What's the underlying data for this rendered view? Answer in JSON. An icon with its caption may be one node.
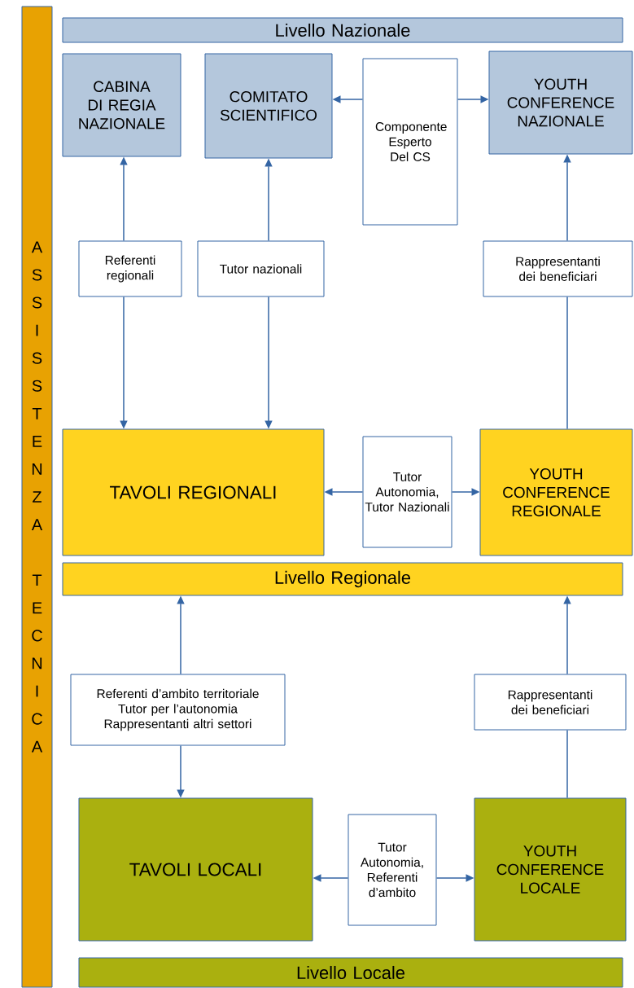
{
  "diagram": {
    "nodes": [
      {
        "text": [
          "ASSISSTENZA TECNICA"
        ]
      },
      {
        "text": [
          "Livello Nazionale"
        ]
      },
      {
        "text": [
          "CABINA DI REGIA NAZIONALE"
        ]
      },
      {
        "text": [
          "COMITATO SCIENTIFICO"
        ]
      },
      {
        "text": [
          "Componente Esperto Del CS"
        ]
      },
      {
        "text": [
          "YOUTH CONFERENCE NAZIONALE"
        ]
      },
      {
        "text": [
          "Referenti regionali"
        ]
      },
      {
        "text": [
          "Tutor nazionali"
        ]
      },
      {
        "text": [
          "Rappresentanti dei beneficiari"
        ]
      },
      {
        "text": [
          "TAVOLI REGIONALI"
        ]
      },
      {
        "text": [
          "Tutor Autonomia, Tutor Nazionali"
        ]
      },
      {
        "text": [
          "YOUTH CONFERENCE REGIONALE"
        ]
      },
      {
        "text": [
          "Livello Regionale"
        ]
      },
      {
        "text": [
          "Referenti d’ambito territoriale Tutor per l’autonomia Rappresentanti altri settori"
        ]
      },
      {
        "text": [
          "Rappresentanti dei beneficiari"
        ]
      },
      {
        "text": [
          "TAVOLI LOCALI"
        ]
      },
      {
        "text": [
          "Tutor Autonomia, Referenti d’ambito"
        ]
      },
      {
        "text": [
          "YOUTH CONFERENCE LOCALE"
        ]
      },
      {
        "text": [
          "Livello Locale"
        ]
      }
    ],
    "edges": [
      {
        "from": 4,
        "to": 3,
        "arrow": "to"
      },
      {
        "from": 4,
        "to": 5,
        "arrow": "to"
      },
      {
        "from": 6,
        "to": 2,
        "arrow": "to"
      },
      {
        "from": 6,
        "to": 9,
        "arrow": "to"
      },
      {
        "from": 7,
        "to": 3,
        "arrow": "to"
      },
      {
        "from": 7,
        "to": 9,
        "arrow": "to"
      },
      {
        "from": 11,
        "to": 8,
        "arrow": "none"
      },
      {
        "from": 8,
        "to": 5,
        "arrow": "to"
      },
      {
        "from": 10,
        "to": 9,
        "arrow": "to"
      },
      {
        "from": 10,
        "to": 11,
        "arrow": "to"
      },
      {
        "from": 13,
        "to": 12,
        "arrow": "to"
      },
      {
        "from": 13,
        "to": 15,
        "arrow": "to"
      },
      {
        "from": 17,
        "to": 14,
        "arrow": "none"
      },
      {
        "from": 14,
        "to": 12,
        "arrow": "to"
      },
      {
        "from": 16,
        "to": 15,
        "arrow": "to"
      },
      {
        "from": 16,
        "to": 17,
        "arrow": "to"
      }
    ]
  }
}
